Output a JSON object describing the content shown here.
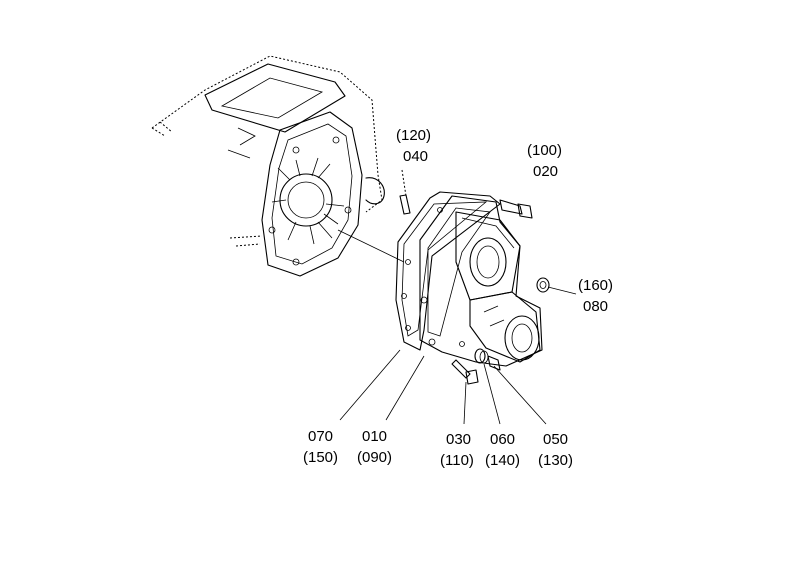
{
  "callouts": [
    {
      "id": "040",
      "primary": "040",
      "alt": "(120)"
    },
    {
      "id": "020",
      "primary": "020",
      "alt": "(100)"
    },
    {
      "id": "080",
      "primary": "080",
      "alt": "(160)"
    },
    {
      "id": "070",
      "primary": "070",
      "alt": "(150)"
    },
    {
      "id": "010",
      "primary": "010",
      "alt": "(090)"
    },
    {
      "id": "030",
      "primary": "030",
      "alt": "(110)"
    },
    {
      "id": "060",
      "primary": "060",
      "alt": "(140)"
    },
    {
      "id": "050",
      "primary": "050",
      "alt": "(130)"
    }
  ]
}
